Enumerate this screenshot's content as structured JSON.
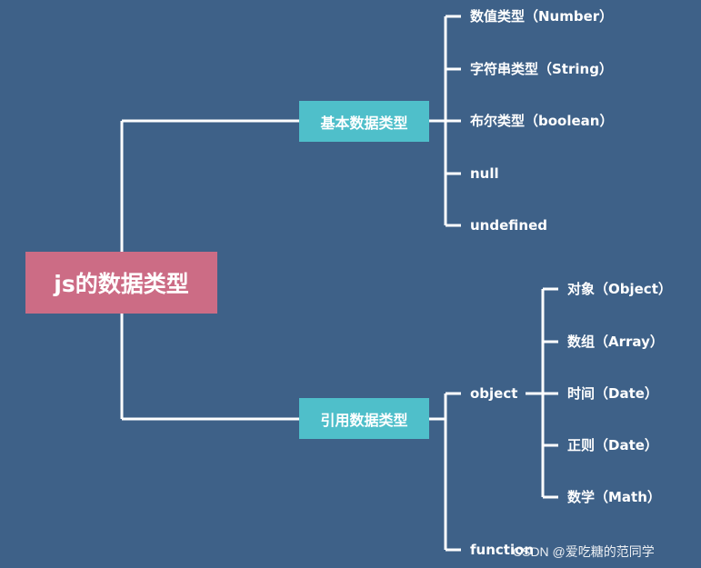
{
  "root": {
    "label": "js的数据类型"
  },
  "basic": {
    "label": "基本数据类型",
    "items": [
      "数值类型（Number）",
      "字符串类型（String）",
      "布尔类型（boolean）",
      "null",
      "undefined"
    ]
  },
  "reference": {
    "label": "引用数据类型",
    "object": {
      "label": "object",
      "items": [
        "对象（Object）",
        "数组（Array）",
        "时间（Date）",
        "正则（Date）",
        "数学（Math）"
      ]
    },
    "function_label": "function"
  },
  "watermark": "CSDN @爱吃糖的范同学",
  "colors": {
    "background": "#3e6188",
    "root": "#cc6c85",
    "category": "#4fbfca",
    "line": "#ffffff"
  }
}
